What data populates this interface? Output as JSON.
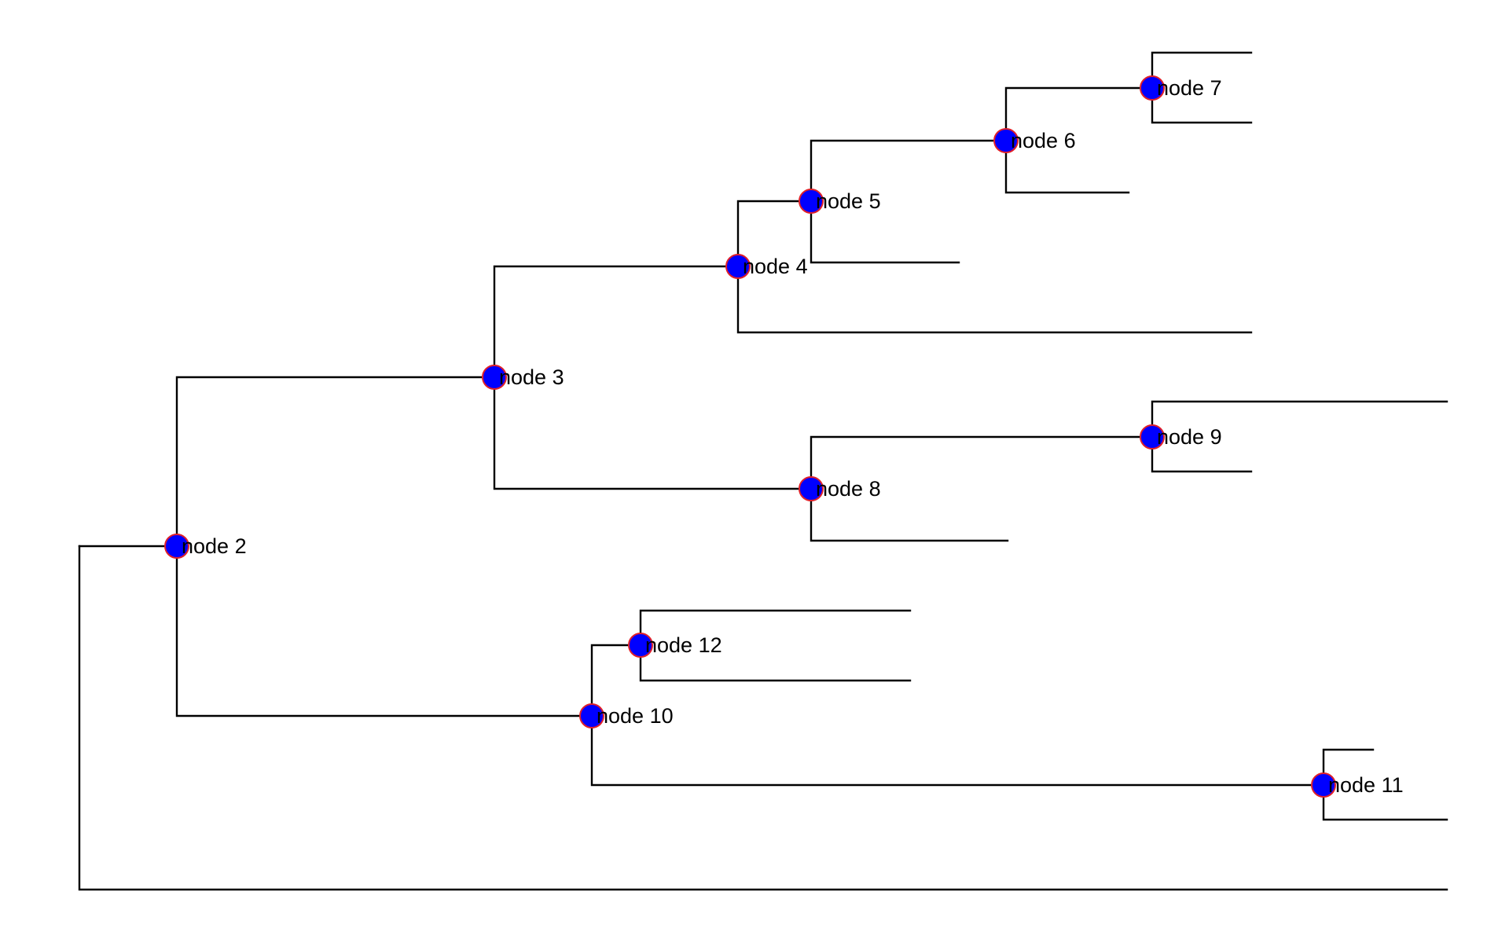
{
  "style": {
    "node_fill": "#0000ff",
    "node_stroke": "#e0202a",
    "branch_color": "#000000"
  },
  "nodes": [
    {
      "id": "n2",
      "label": "node 2"
    },
    {
      "id": "n3",
      "label": "node 3"
    },
    {
      "id": "n4",
      "label": "node 4"
    },
    {
      "id": "n5",
      "label": "node 5"
    },
    {
      "id": "n6",
      "label": "node 6"
    },
    {
      "id": "n7",
      "label": "node 7"
    },
    {
      "id": "n8",
      "label": "node 8"
    },
    {
      "id": "n9",
      "label": "node 9"
    },
    {
      "id": "n10",
      "label": "node 10"
    },
    {
      "id": "n11",
      "label": "node 11"
    },
    {
      "id": "n12",
      "label": "node 12"
    }
  ],
  "edges": [
    {
      "from": "root",
      "to": "n2"
    },
    {
      "from": "root",
      "to": "leaf-bottom"
    },
    {
      "from": "n2",
      "to": "n3"
    },
    {
      "from": "n2",
      "to": "n10"
    },
    {
      "from": "n3",
      "to": "n4"
    },
    {
      "from": "n3",
      "to": "n8"
    },
    {
      "from": "n4",
      "to": "n5"
    },
    {
      "from": "n4",
      "to": "leaf-n4"
    },
    {
      "from": "n5",
      "to": "n6"
    },
    {
      "from": "n5",
      "to": "leaf-n5"
    },
    {
      "from": "n6",
      "to": "n7"
    },
    {
      "from": "n6",
      "to": "leaf-n6"
    },
    {
      "from": "n7",
      "to": "leaf-n7a"
    },
    {
      "from": "n7",
      "to": "leaf-n7b"
    },
    {
      "from": "n8",
      "to": "n9"
    },
    {
      "from": "n8",
      "to": "leaf-n8"
    },
    {
      "from": "n9",
      "to": "leaf-n9a"
    },
    {
      "from": "n9",
      "to": "leaf-n9b"
    },
    {
      "from": "n10",
      "to": "n12"
    },
    {
      "from": "n10",
      "to": "n11"
    },
    {
      "from": "n12",
      "to": "leaf-n12a"
    },
    {
      "from": "n12",
      "to": "leaf-n12b"
    },
    {
      "from": "n11",
      "to": "leaf-n11a"
    },
    {
      "from": "n11",
      "to": "leaf-n11b"
    }
  ]
}
